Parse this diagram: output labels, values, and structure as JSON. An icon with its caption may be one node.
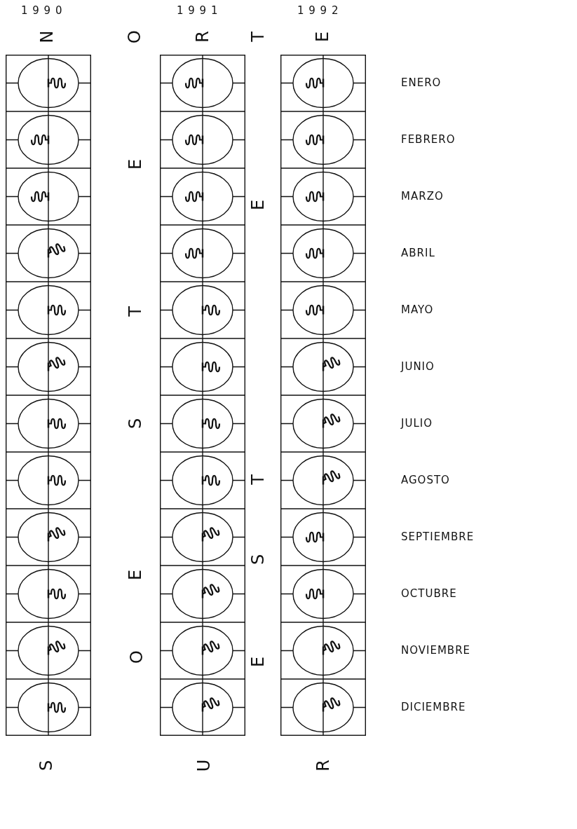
{
  "diagram": {
    "labels": [
      "1 9 9 0",
      "1 9 9 1",
      "1 9 9 2",
      "N",
      "O",
      "R",
      "T",
      "E",
      "ENERO",
      "FEBRERO",
      "MARZO",
      "ABRIL",
      "MAYO",
      "JUNIO",
      "JULIO",
      "AGOSTO",
      "SEPTIEMBRE",
      "OCTUBRE",
      "NOVIEMBRE",
      "DICIEMBRE",
      "E",
      "T",
      "S",
      "E",
      "O",
      "E",
      "T",
      "S",
      "E",
      "S",
      "U",
      "R"
    ]
  }
}
